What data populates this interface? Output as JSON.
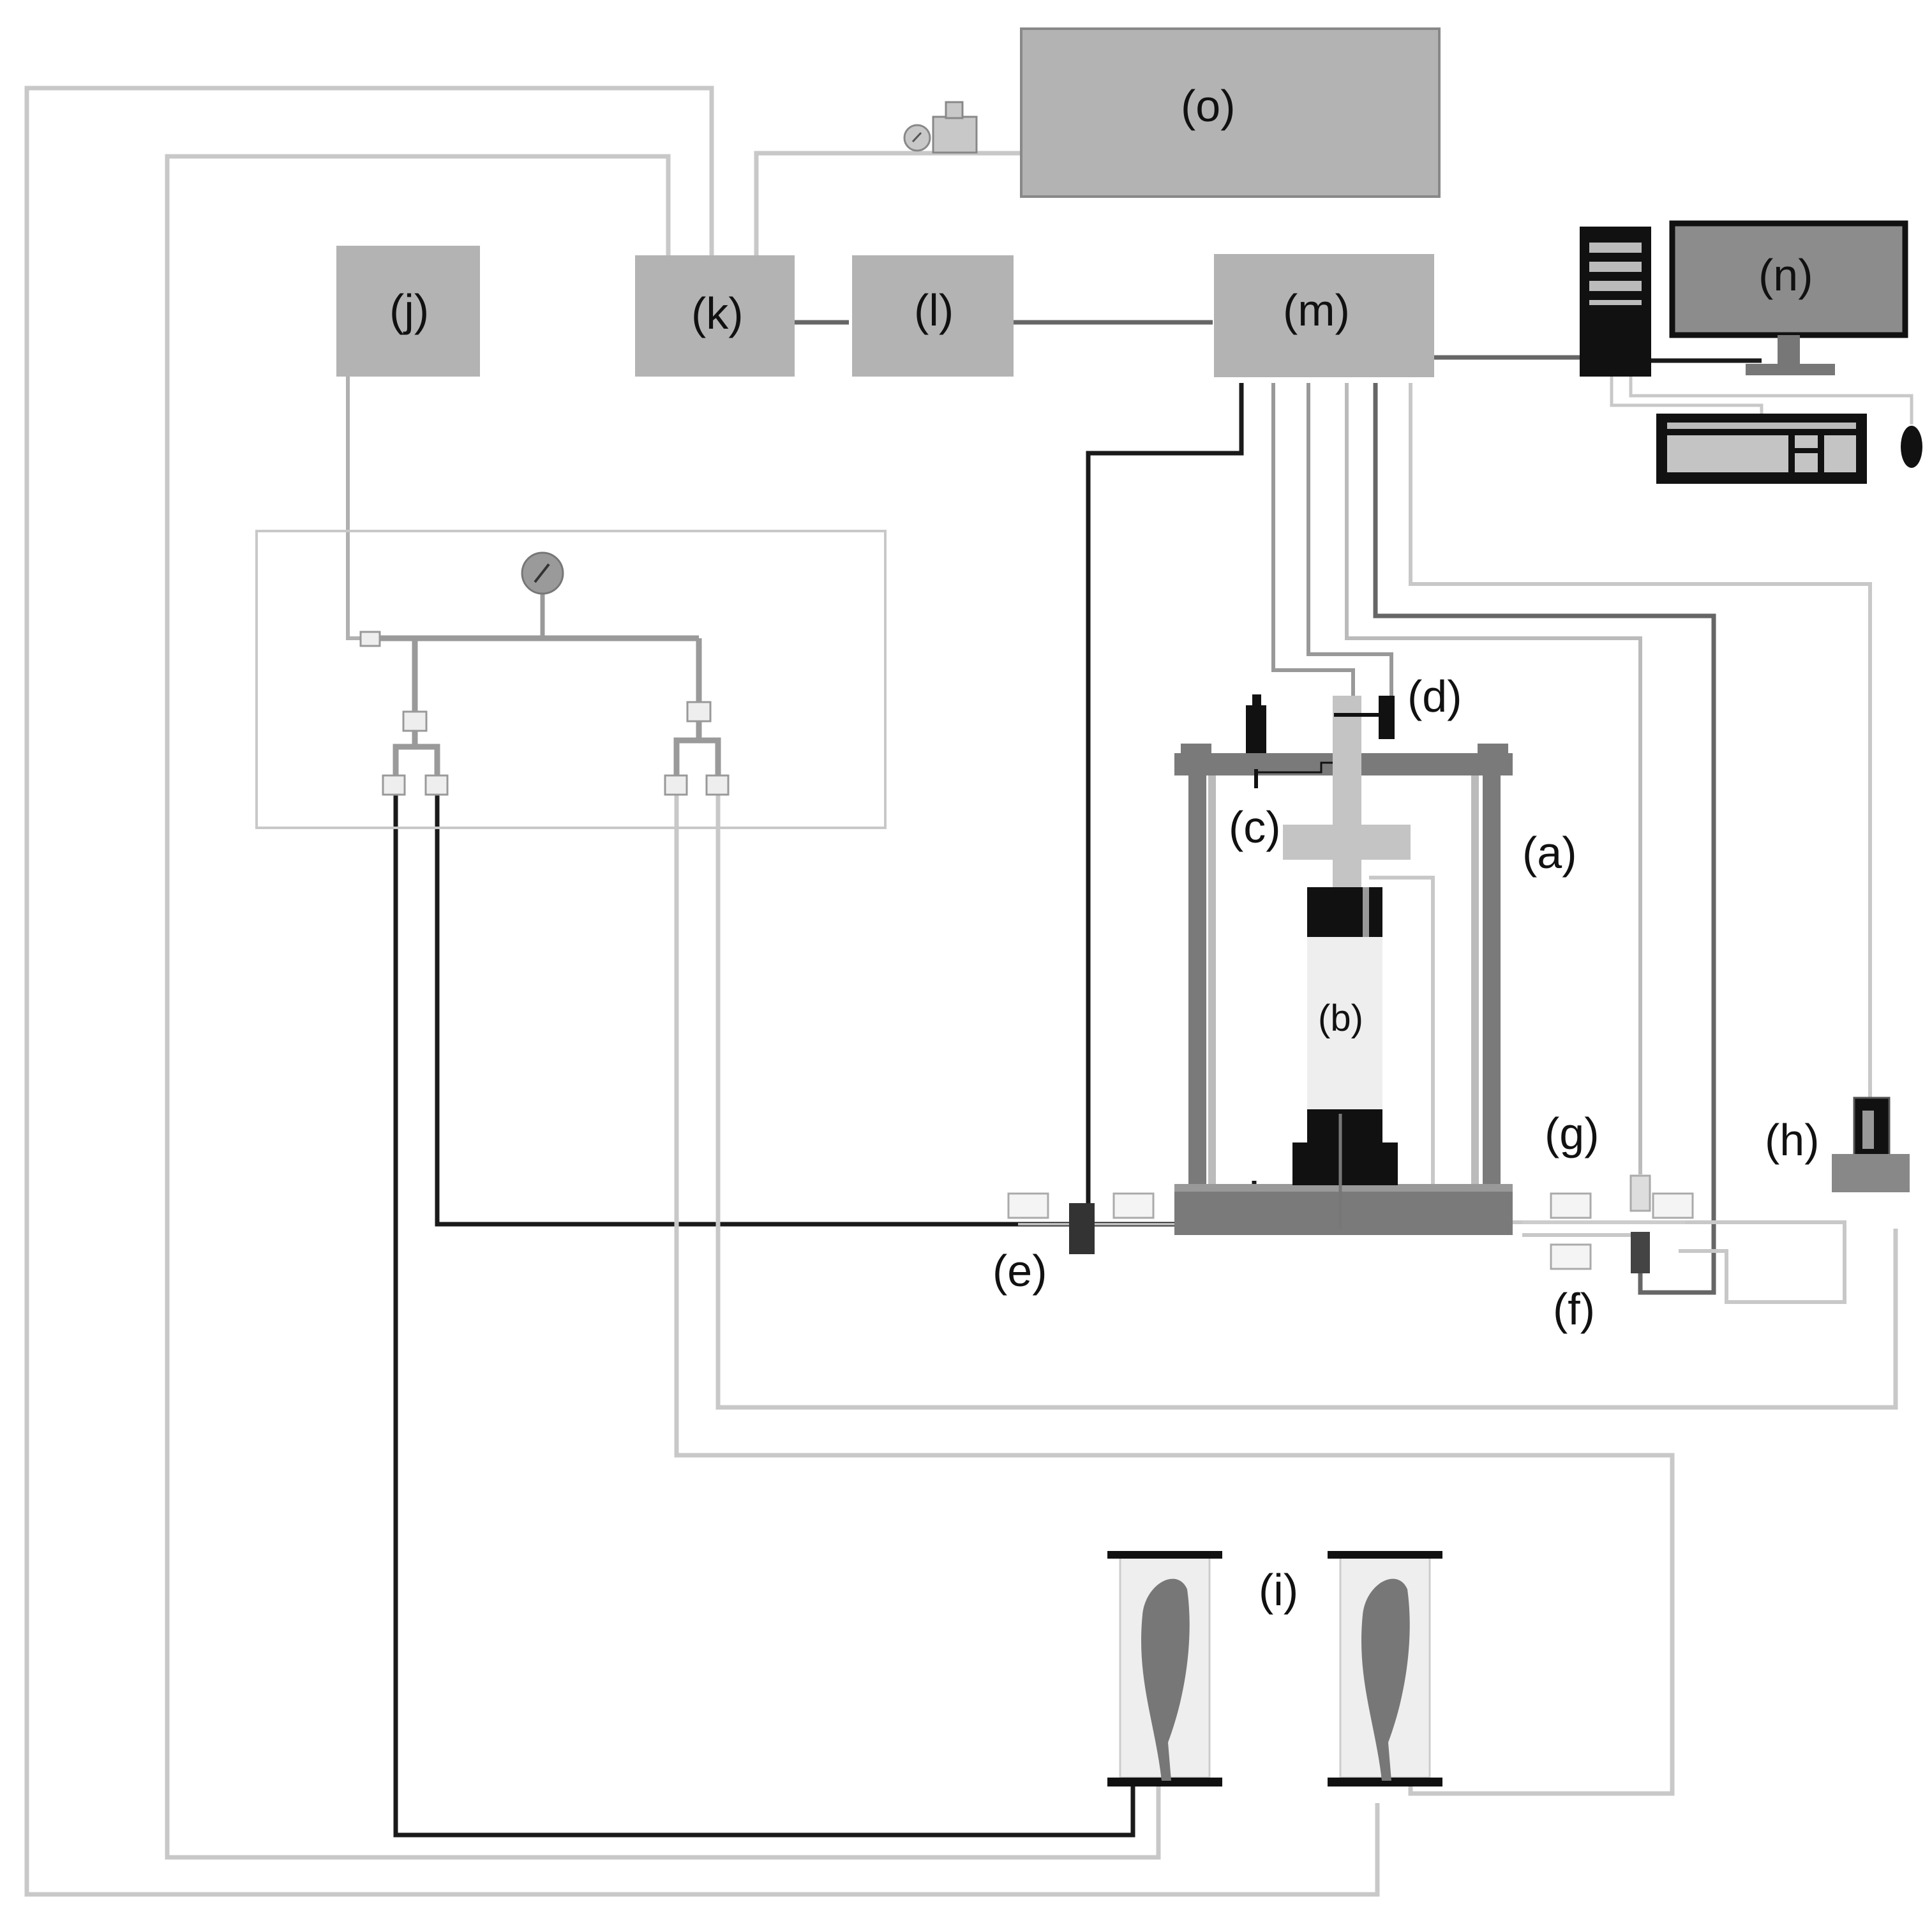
{
  "labels": {
    "a": "(a)",
    "b": "(b)",
    "c": "(c)",
    "d": "(d)",
    "e": "(e)",
    "f": "(f)",
    "g": "(g)",
    "h": "(h)",
    "i": "(i)",
    "j": "(j)",
    "k": "(k)",
    "l": "(l)",
    "m": "(m)",
    "n": "(n)",
    "o": "(o)"
  },
  "colors": {
    "box_fill": "#b3b3b3",
    "box_fill_dark": "#8c8c8c",
    "line_black": "#1a1a1a",
    "line_dark_gray": "#666666",
    "line_mid_gray": "#999999",
    "line_light_gray": "#c8c8c8",
    "frame_gray": "#7a7a7a",
    "specimen_fill": "#eeeeee"
  }
}
